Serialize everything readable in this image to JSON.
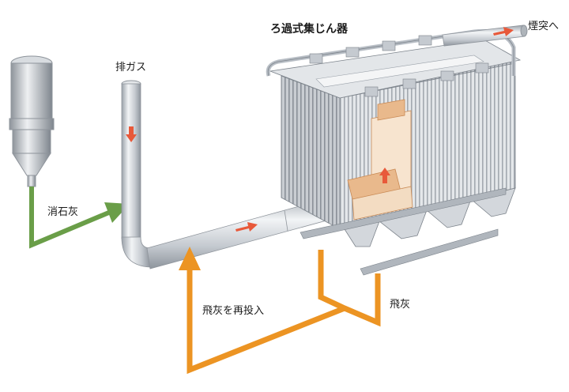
{
  "labels": {
    "filter_title": "ろ過式集じん器",
    "to_chimney": "煙突へ",
    "exhaust_gas": "排ガス",
    "slaked_lime": "消石灰",
    "reinject_fly_ash": "飛灰を再投入",
    "fly_ash": "飛灰"
  },
  "colors": {
    "slaked_lime_arrow": "#6a9e48",
    "fly_ash_arrow": "#ec9423",
    "flow_arrow": "#e8593a",
    "duct": "#c9ced5",
    "filter_body": "#d9dde2",
    "interior": "#e9b98c"
  }
}
